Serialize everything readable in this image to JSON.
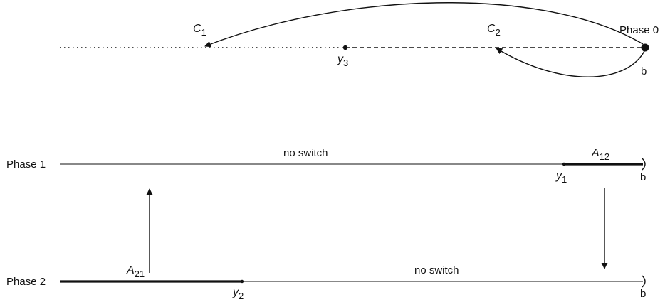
{
  "phase0": {
    "label": "Phase 0",
    "endpoint_label": "b",
    "jump_labels": {
      "c1": {
        "main": "C",
        "sub": "1"
      },
      "c2": {
        "main": "C",
        "sub": "2"
      }
    },
    "threshold": {
      "main": "y",
      "sub": "3"
    }
  },
  "phase1": {
    "label": "Phase 1",
    "region_text": "no switch",
    "set_label": {
      "main": "A",
      "sub": "12"
    },
    "threshold": {
      "main": "y",
      "sub": "1"
    },
    "endpoint_label": "b"
  },
  "phase2": {
    "label": "Phase 2",
    "region_text": "no switch",
    "set_label": {
      "main": "A",
      "sub": "21"
    },
    "threshold": {
      "main": "y",
      "sub": "2"
    },
    "endpoint_label": "b"
  }
}
